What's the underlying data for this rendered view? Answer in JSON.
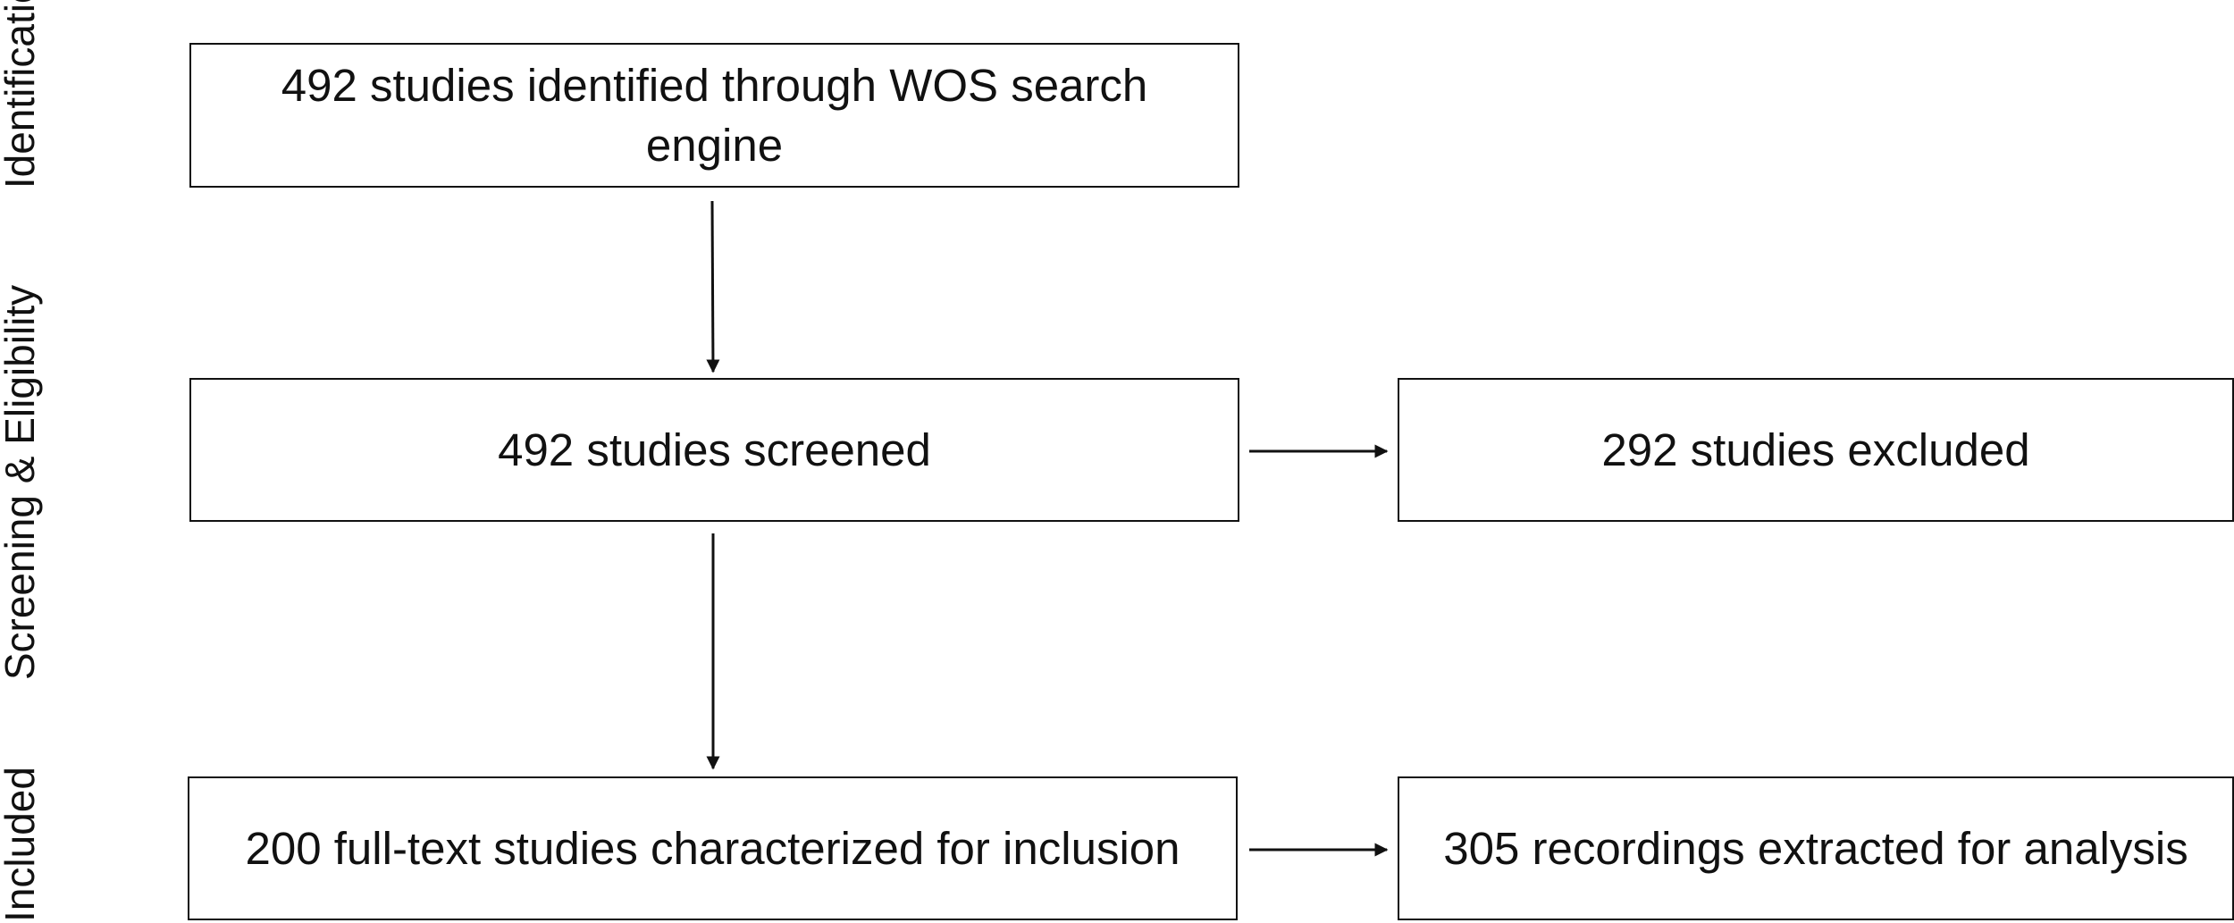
{
  "stages": {
    "identification": "Identification",
    "screening": "Screening & Eligibility",
    "included": "Included"
  },
  "boxes": {
    "identified": "492 studies identified through WOS search engine",
    "screened": "492 studies screened",
    "excluded": "292 studies excluded",
    "fulltext": "200 full-text studies characterized for inclusion",
    "recordings": "305 recordings extracted for analysis"
  },
  "colors": {
    "line": "#111111",
    "background": "#ffffff"
  }
}
